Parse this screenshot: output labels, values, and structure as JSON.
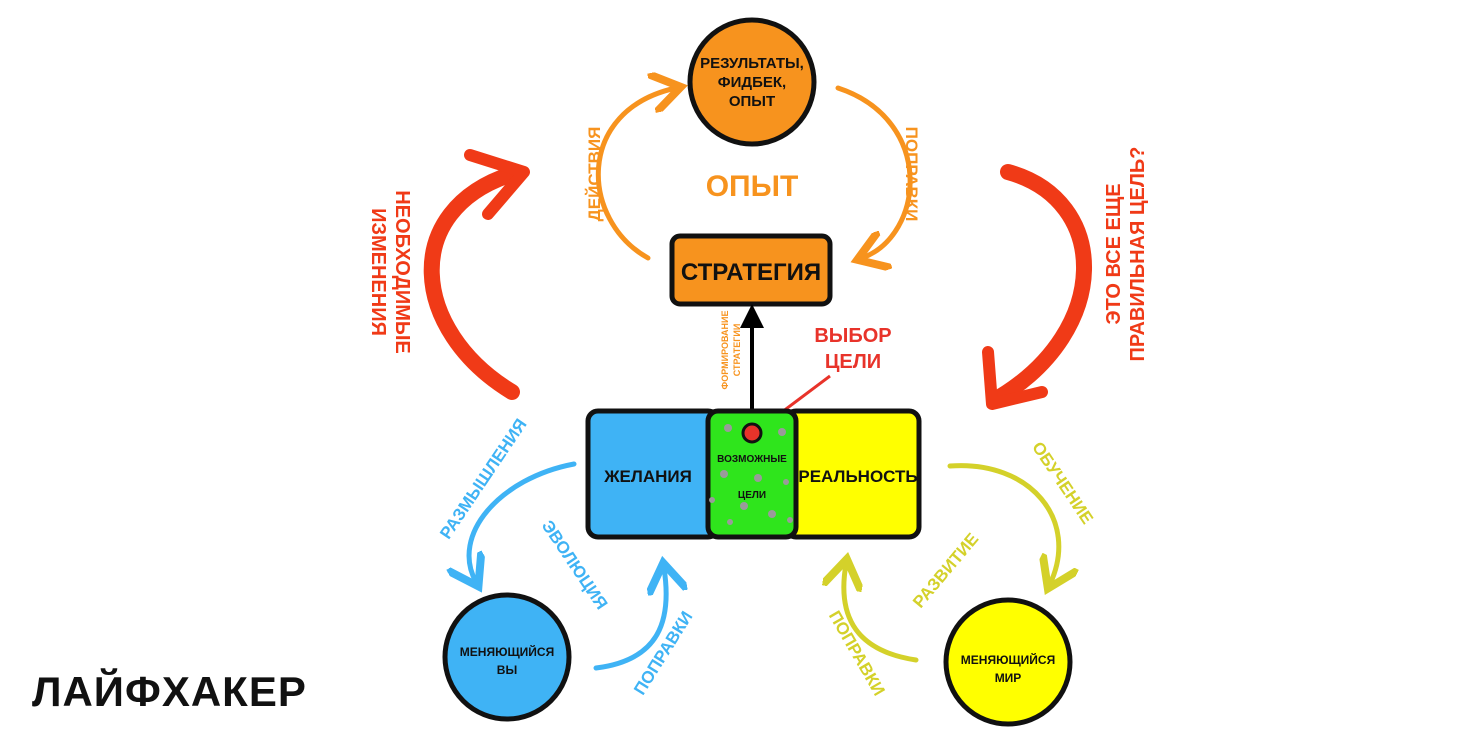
{
  "colors": {
    "orange": "#f7931e",
    "red": "#f03a17",
    "blue": "#3fb3f5",
    "yellow": "#ffff00",
    "green": "#2fe51c",
    "olive": "#d4d12a",
    "goal_red": "#e8332a"
  },
  "top_circle": {
    "line1": "РЕЗУЛЬТАТЫ,",
    "line2": "ФИДБЕК,",
    "line3": "ОПЫТ"
  },
  "center_label": "ОПЫТ",
  "strategy_box": "СТРАТЕГИЯ",
  "labels": {
    "actions": "ДЕЙСТВИЯ",
    "corrections_top": "ПОПРАВКИ",
    "changes_1": "НЕОБХОДИМЫЕ",
    "changes_2": "ИЗМЕНЕНИЯ",
    "right_question_1": "ЭТО ВСЕ ЕЩЕ",
    "right_question_2": "ПРАВИЛЬНАЯ ЦЕЛЬ?",
    "strategy_forming_1": "ФОРМИРОВАНИЕ",
    "strategy_forming_2": "СТРАТЕГИИ",
    "goal_choice_1": "ВЫБОР",
    "goal_choice_2": "ЦЕЛИ",
    "reflection": "РАЗМЫШЛЕНИЯ",
    "evolution": "ЭВОЛЮЦИЯ",
    "corrections_left": "ПОПРАВКИ",
    "learning": "ОБУЧЕНИЕ",
    "development": "РАЗВИТИЕ",
    "corrections_right": "ПОПРАВКИ"
  },
  "bar": {
    "desires": "ЖЕЛАНИЯ",
    "possible_1": "ВОЗМОЖНЫЕ",
    "possible_2": "ЦЕЛИ",
    "reality": "РЕАЛЬНОСТЬ"
  },
  "left_circle": {
    "line1": "МЕНЯЮЩИЙСЯ",
    "line2": "ВЫ"
  },
  "right_circle": {
    "line1": "МЕНЯЮЩИЙСЯ",
    "line2": "МИР"
  },
  "logo": "ЛАЙФХАКЕР"
}
